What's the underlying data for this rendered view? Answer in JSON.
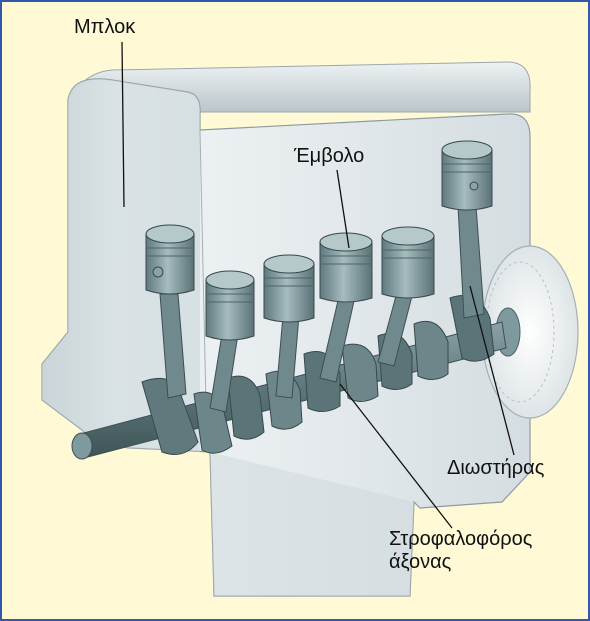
{
  "labels": {
    "block": "Μπλοκ",
    "piston": "Έμβολο",
    "connecting_rod": "Διωστήρας",
    "crankshaft_line1": "Στροφαλοφόρος",
    "crankshaft_line2": "άξονας"
  },
  "colors": {
    "background": "#fff9d6",
    "border": "#2f5aa8",
    "block_fill": "#dfe6ea",
    "block_top": "#c9d3d8",
    "metal_dark": "#5a7378",
    "metal_mid": "#7f9a9e",
    "metal_light": "#a9bfc1",
    "leader_line": "#111111"
  },
  "icons": {
    "engine": "engine-cutaway-illustration"
  }
}
